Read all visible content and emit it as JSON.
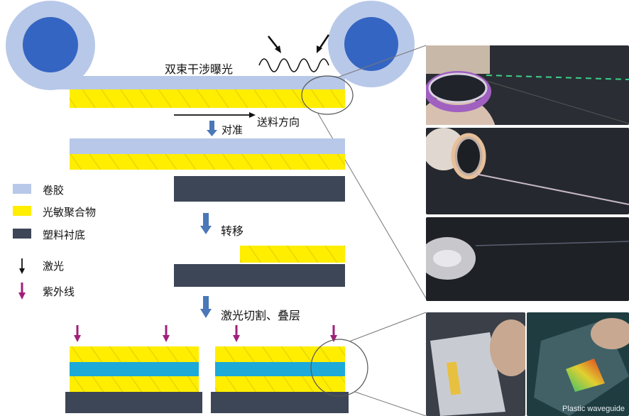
{
  "colors": {
    "tape": "#b8c8e8",
    "roller_ring": "#b8c8e8",
    "roller_core": "#3565c2",
    "photopolymer": "#ffee00",
    "substrate": "#3d4656",
    "cladding": "#1eaad8",
    "laser_arrow": "#111111",
    "uv_arrow": "#a0207a",
    "step_arrow": "#4a78b8"
  },
  "labels": {
    "exposure": "双束干涉曝光",
    "feed_direction": "送料方向",
    "align": "对准",
    "transfer": "转移",
    "cut_stack": "激光切割、叠层"
  },
  "legend": {
    "tape": "卷胶",
    "photopolymer": "光敏聚合物",
    "substrate": "塑料衬底",
    "laser": "激光",
    "uv": "紫外线"
  },
  "photos": {
    "waveguide_caption": "Plastic waveguide"
  },
  "icons": [
    "laser-arrow-icon",
    "uv-arrow-icon",
    "step-arrow-icon",
    "roller-icon",
    "wave-icon"
  ]
}
